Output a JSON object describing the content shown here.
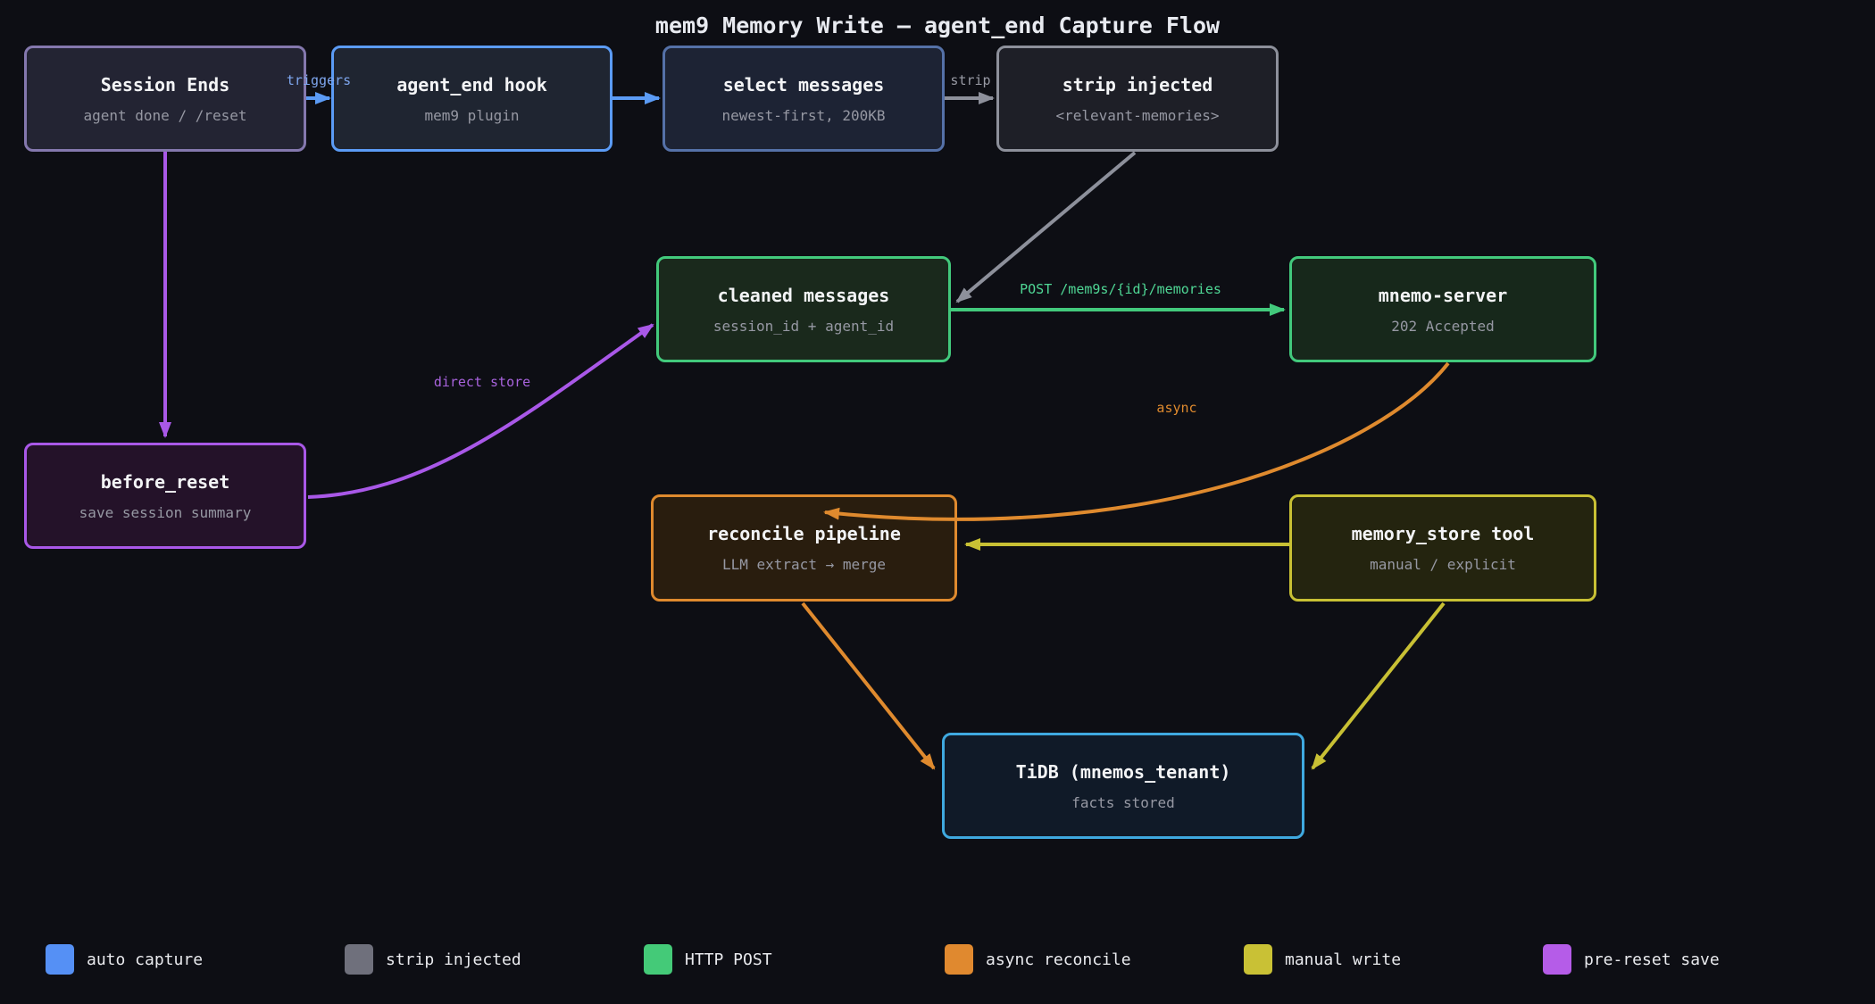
{
  "title": "mem9 Memory Write — agent_end Capture Flow",
  "nodes": {
    "session_ends": {
      "title": "Session Ends",
      "subtitle": "agent done / /reset"
    },
    "agent_end_hook": {
      "title": "agent_end hook",
      "subtitle": "mem9 plugin"
    },
    "select_messages": {
      "title": "select messages",
      "subtitle": "newest-first, 200KB"
    },
    "strip_injected": {
      "title": "strip injected",
      "subtitle": "<relevant-memories>"
    },
    "cleaned_messages": {
      "title": "cleaned messages",
      "subtitle": "session_id + agent_id"
    },
    "mnemo_server": {
      "title": "mnemo-server",
      "subtitle": "202 Accepted"
    },
    "before_reset": {
      "title": "before_reset",
      "subtitle": "save session summary"
    },
    "reconcile_pipeline": {
      "title": "reconcile pipeline",
      "subtitle": "LLM extract → merge"
    },
    "memory_store_tool": {
      "title": "memory_store tool",
      "subtitle": "manual / explicit"
    },
    "tidb": {
      "title": "TiDB (mnemos_tenant)",
      "subtitle": "facts stored"
    }
  },
  "edges": {
    "triggers": {
      "label": "triggers"
    },
    "strip": {
      "label": "strip"
    },
    "post": {
      "label": "POST /mem9s/{id}/memories"
    },
    "async": {
      "label": "async"
    },
    "direct_store": {
      "label": "direct store"
    }
  },
  "legend": {
    "items": [
      {
        "label": "auto capture",
        "color": "#5590f5"
      },
      {
        "label": "strip injected",
        "color": "#6f707c"
      },
      {
        "label": "HTTP POST",
        "color": "#44ca78"
      },
      {
        "label": "async reconcile",
        "color": "#e0892f"
      },
      {
        "label": "manual write",
        "color": "#c9c135"
      },
      {
        "label": "pre-reset save",
        "color": "#b55ce8"
      }
    ]
  },
  "colors": {
    "background": "#0d0e14",
    "auto_capture_blue": "#5b9bf5",
    "strip_gray": "#8d909b",
    "http_post_green": "#42c97c",
    "async_orange": "#df8a2e",
    "manual_yellow": "#c8c034",
    "pre_reset_purple": "#a958e8",
    "tidb_border_blue": "#3fa9e0"
  }
}
